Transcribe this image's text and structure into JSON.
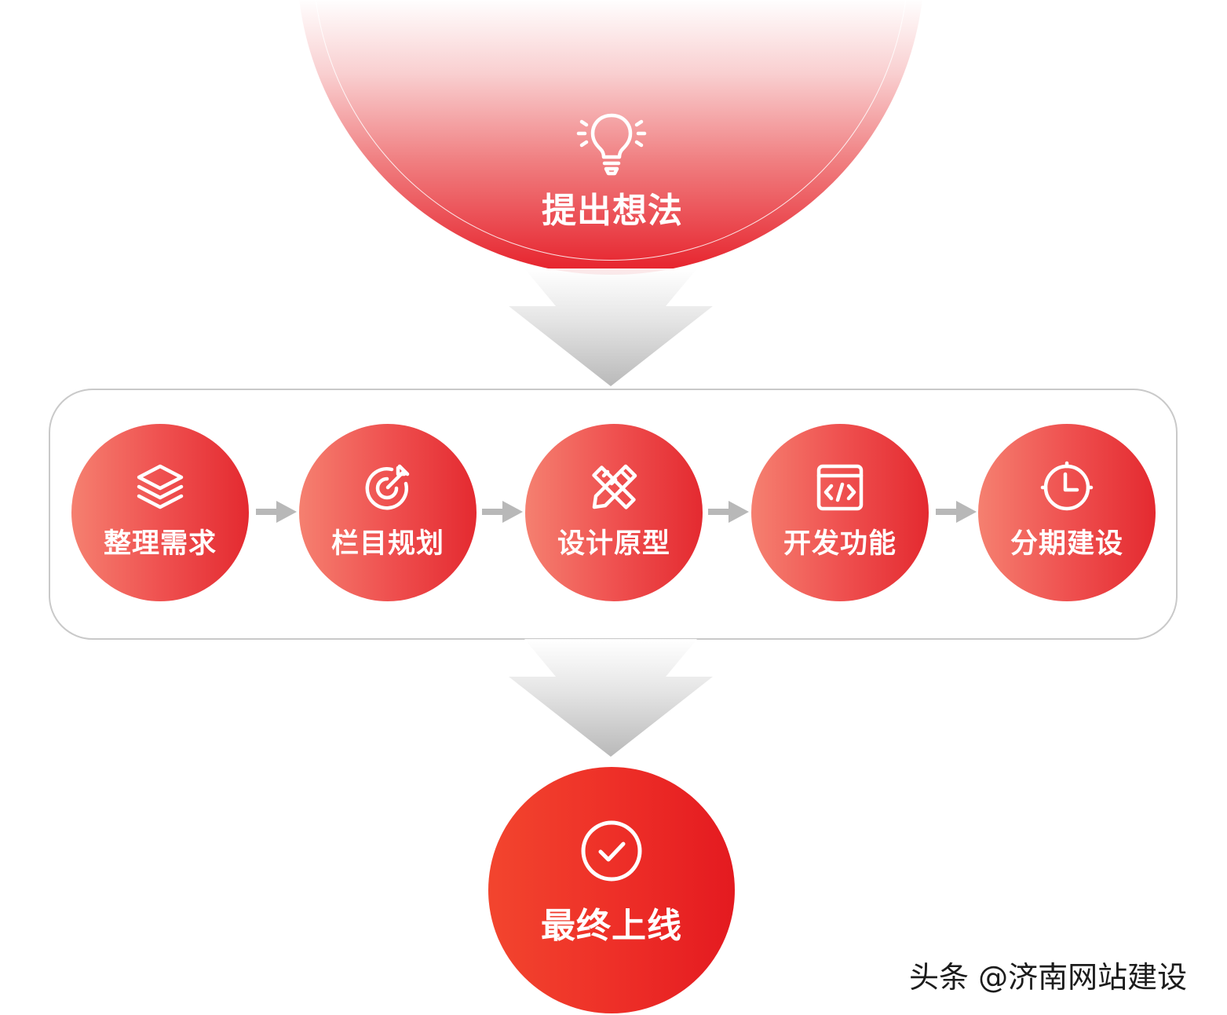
{
  "start": {
    "label": "提出想法",
    "icon": "lightbulb-icon"
  },
  "steps": [
    {
      "label": "整理需求",
      "icon": "layers-icon"
    },
    {
      "label": "栏目规划",
      "icon": "target-icon"
    },
    {
      "label": "设计原型",
      "icon": "pencil-ruler-icon"
    },
    {
      "label": "开发功能",
      "icon": "code-window-icon"
    },
    {
      "label": "分期建设",
      "icon": "clock-icon"
    }
  ],
  "end": {
    "label": "最终上线",
    "icon": "check-circle-icon"
  },
  "watermark": {
    "text": "头条 @济南网站建设"
  },
  "colors": {
    "accent_red": "#e42a30",
    "accent_light": "#f58070",
    "arrow_gray": "#b8b8b8",
    "border_gray": "#c9c9c9"
  }
}
